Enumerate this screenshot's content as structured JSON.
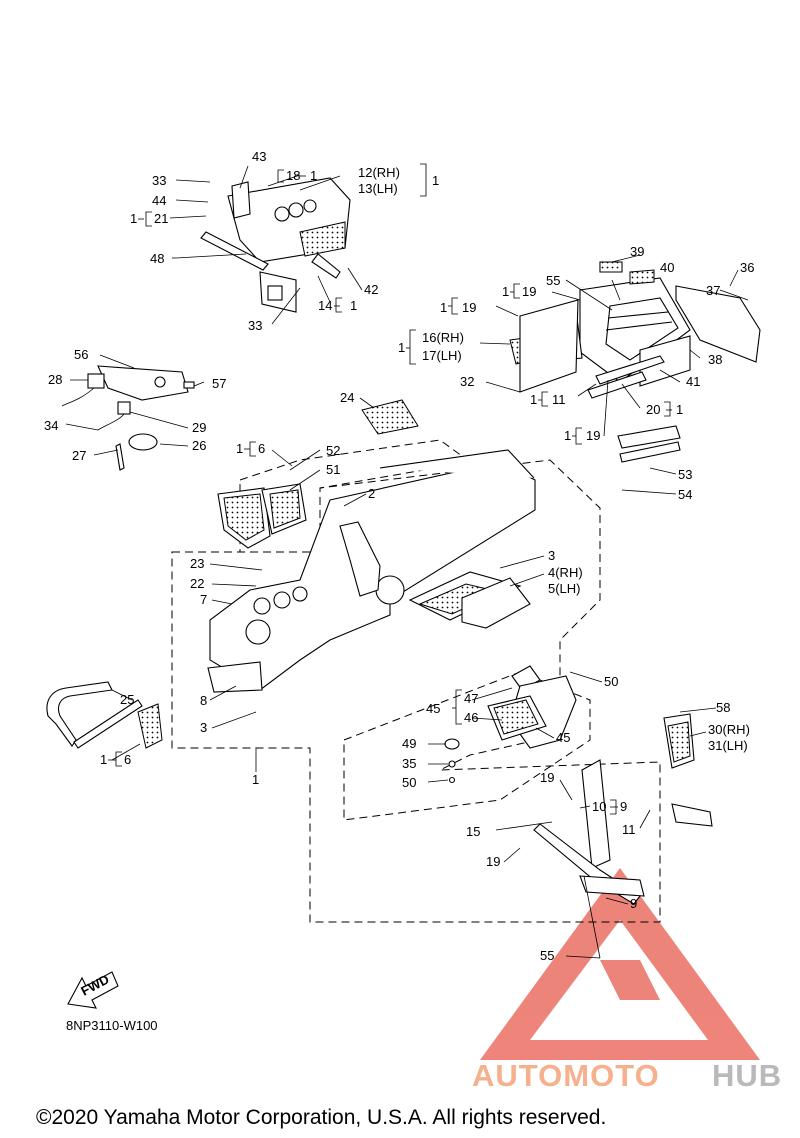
{
  "diagram": {
    "code": "8NP3110-W100",
    "fwd_label": "FWD",
    "copyright": "©2020 Yamaha Motor Corporation, U.S.A. All rights reserved.",
    "watermark": {
      "part1": "AUTOMOTO",
      "part2": "HUB",
      "color1": "#f6b08d",
      "color2": "#b9b9b9",
      "logo_color": "#e85b4e"
    },
    "callouts": {
      "c43": "43",
      "c33a": "33",
      "c18": "18",
      "c18q": "1",
      "c12": "12(RH)",
      "c13": "13(LH)",
      "c12q": "1",
      "c44": "44",
      "c21q": "1",
      "c21": "21",
      "c48": "48",
      "c42": "42",
      "c14": "14",
      "c14q": "1",
      "c33b": "33",
      "c39": "39",
      "c40": "40",
      "c36": "36",
      "c55a": "55",
      "c37": "37",
      "c19aq": "1",
      "c19a": "19",
      "c19bq": "1",
      "c19b": "19",
      "c16q": "1",
      "c16": "16(RH)",
      "c17": "17(LH)",
      "c38": "38",
      "c41": "41",
      "c32": "32",
      "c11aq": "1",
      "c11a": "11",
      "c20": "20",
      "c20q": "1",
      "c19cq": "1",
      "c19c": "19",
      "c53": "53",
      "c54": "54",
      "c56": "56",
      "c28": "28",
      "c57": "57",
      "c34": "34",
      "c29": "29",
      "c26": "26",
      "c27": "27",
      "c24": "24",
      "c6aq": "1",
      "c6a": "6",
      "c52": "52",
      "c51": "51",
      "c2": "2",
      "c23": "23",
      "c22": "22",
      "c7": "7",
      "c3a": "3",
      "c4": "4(RH)",
      "c5": "5(LH)",
      "c8": "8",
      "c3b": "3",
      "c25": "25",
      "c6bq": "1",
      "c6b": "6",
      "c1": "1",
      "c50a": "50",
      "c47": "47",
      "c45a": "45",
      "c46": "46",
      "c45b": "45",
      "c58": "58",
      "c30": "30(RH)",
      "c31": "31(LH)",
      "c49": "49",
      "c35": "35",
      "c50b": "50",
      "c19d": "19",
      "c10": "10",
      "c9a": "9",
      "c15": "15",
      "c11b": "11",
      "c19e": "19",
      "c9b": "9",
      "c55b": "55"
    }
  }
}
